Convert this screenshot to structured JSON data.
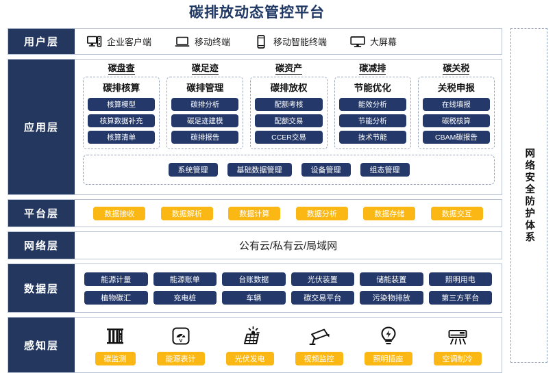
{
  "title": "碳排放动态管控平台",
  "security_column": {
    "label": "网络安全防护体系"
  },
  "layers": {
    "user": {
      "label": "用户层",
      "items": [
        {
          "icon": "desktop-tower-icon",
          "label": "企业客户端"
        },
        {
          "icon": "laptop-icon",
          "label": "移动终端"
        },
        {
          "icon": "smartphone-icon",
          "label": "移动智能终端"
        },
        {
          "icon": "monitor-icon",
          "label": "大屏幕"
        }
      ]
    },
    "application": {
      "label": "应用层",
      "groups": [
        {
          "title": "碳盘查",
          "subtitle": "碳排核算",
          "items": [
            "核算模型",
            "核算数据补充",
            "核算清单"
          ]
        },
        {
          "title": "碳足迹",
          "subtitle": "碳排管理",
          "items": [
            "碳排分析",
            "碳足迹建模",
            "碳排报告"
          ]
        },
        {
          "title": "碳资产",
          "subtitle": "碳排放权",
          "items": [
            "配额考核",
            "配额交易",
            "CCER交易"
          ]
        },
        {
          "title": "碳减排",
          "subtitle": "节能优化",
          "items": [
            "能效分析",
            "节能分析",
            "技术节能"
          ]
        },
        {
          "title": "碳关税",
          "subtitle": "关税申报",
          "items": [
            "在线填报",
            "碳税核算",
            "CBAM碳报告"
          ]
        }
      ],
      "management": [
        "系统管理",
        "基础数据管理",
        "设备管理",
        "组态管理"
      ]
    },
    "platform": {
      "label": "平台层",
      "items": [
        "数据接收",
        "数据解析",
        "数据计算",
        "数据分析",
        "数据存储",
        "数据交互"
      ]
    },
    "network": {
      "label": "网络层",
      "text": "公有云/私有云/局域网"
    },
    "data": {
      "label": "数据层",
      "row1": [
        "能源计量",
        "能源账单",
        "台账数据",
        "光伏装置",
        "储能装置",
        "照明用电"
      ],
      "row2": [
        "植物碳汇",
        "充电桩",
        "车辆",
        "碳交易平台",
        "污染物排放",
        "第三方平台"
      ]
    },
    "sensing": {
      "label": "感知层",
      "items": [
        {
          "icon": "carbon-monitor-icon",
          "label": "碳监测"
        },
        {
          "icon": "energy-meter-icon",
          "label": "能源表计"
        },
        {
          "icon": "solar-panel-icon",
          "label": "光伏发电"
        },
        {
          "icon": "cctv-camera-icon",
          "label": "视频监控"
        },
        {
          "icon": "lightbulb-icon",
          "label": "照明插座"
        },
        {
          "icon": "air-conditioner-icon",
          "label": "空调制冷"
        }
      ]
    }
  },
  "colors": {
    "navy": "#23375f",
    "chip_navy": "#24396a",
    "amber": "#fbb714",
    "title_blue": "#1f3864",
    "border": "#b9c3d6",
    "dashed": "#98a4bb"
  }
}
